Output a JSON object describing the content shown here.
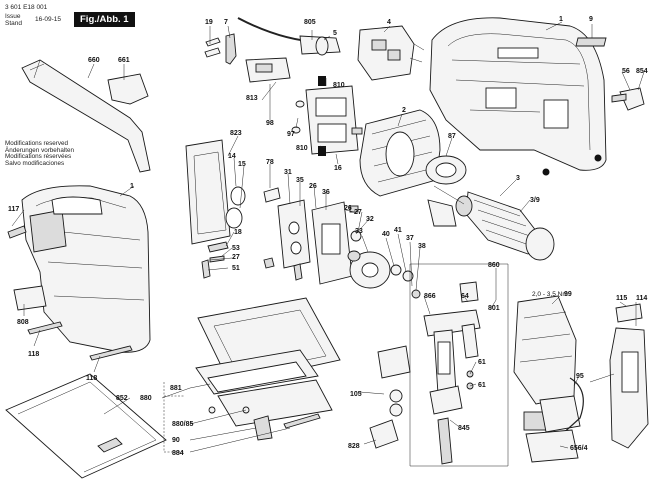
{
  "header": {
    "doc_number": "3 601 E18 001",
    "issue_label": "Issue",
    "stand_label": "Stand",
    "date": "16-09-15",
    "figure_label": "Fig./Abb. 1"
  },
  "modifications_notice": [
    "Modifications reserved",
    "Änderungen vorbehalten",
    "Modifications réservées",
    "Salvo modificaciones"
  ],
  "callouts": {
    "p19": "19",
    "p7": "7",
    "p805": "805",
    "p5": "5",
    "p4": "4",
    "p1_top": "1",
    "p9": "9",
    "p660": "660",
    "p661": "661",
    "p810a": "810",
    "p813": "813",
    "p98": "98",
    "p97": "97",
    "p2": "2",
    "p56": "56",
    "p854": "854",
    "p823": "823",
    "p14": "14",
    "p15": "15",
    "p810b": "810",
    "p16": "16",
    "p87": "87",
    "p78": "78",
    "p31": "31",
    "p35": "35",
    "p26a": "26",
    "p36": "36",
    "p26b": "26",
    "p27a": "27",
    "p32": "32",
    "p3": "3",
    "p39": "3/9",
    "p1_left": "1",
    "p117": "117",
    "p18": "18",
    "p53": "53",
    "p27b": "27",
    "p51": "51",
    "p33": "33",
    "p40": "40",
    "p41": "41",
    "p37": "37",
    "p38": "38",
    "p860": "860",
    "p866": "866",
    "p64": "64",
    "p801": "801",
    "p808": "808",
    "p118a": "118",
    "p118b": "118",
    "p99": "99",
    "p115": "115",
    "p114": "114",
    "p61a": "61",
    "p61b": "61",
    "p95": "95",
    "p881": "881",
    "p105": "105",
    "p852": "852",
    "p880": "880",
    "p88085": "880/85",
    "p90": "90",
    "p884": "884",
    "p828": "828",
    "p845": "845",
    "p6564": "656/4"
  },
  "torque_spec": "2,0 - 3,5 Nm"
}
